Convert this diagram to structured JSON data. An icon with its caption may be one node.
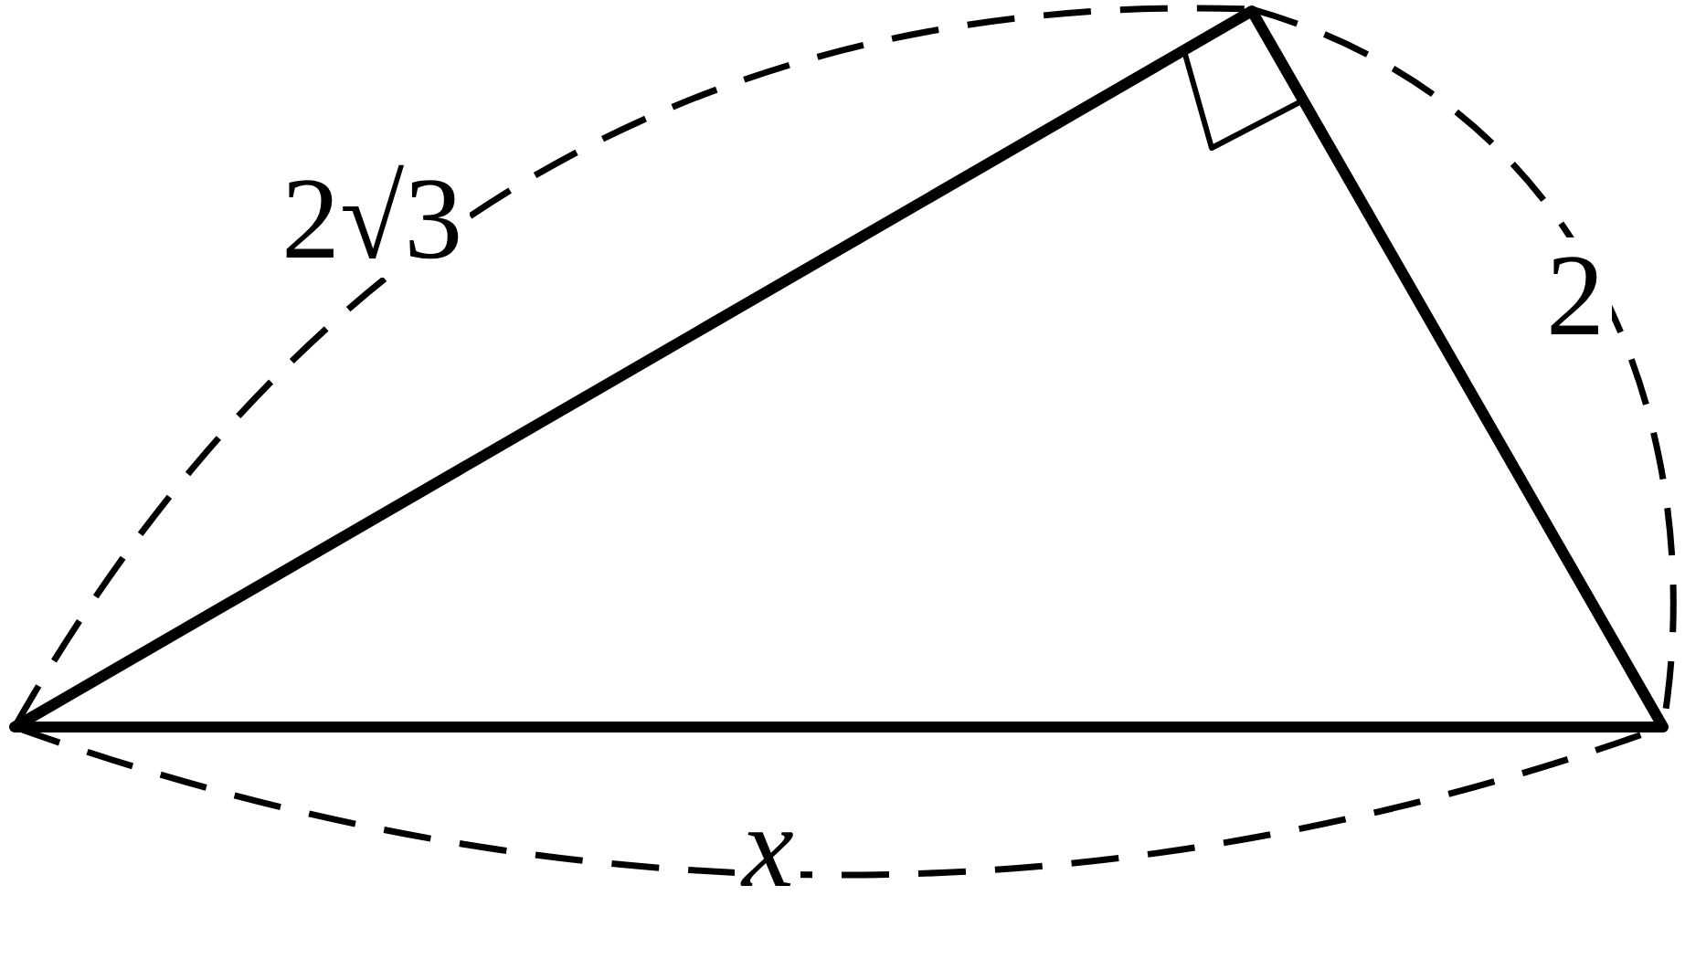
{
  "diagram": {
    "labels": [
      "2√3",
      "2",
      "x"
    ]
  }
}
